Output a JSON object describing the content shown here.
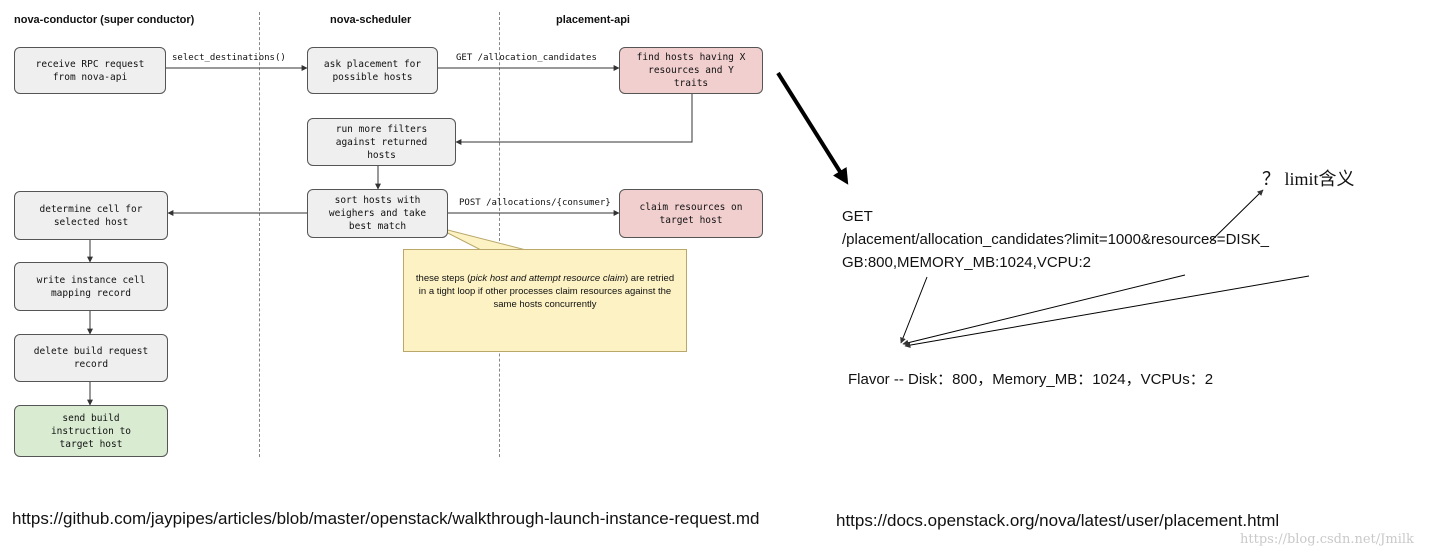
{
  "lanes": {
    "conductor": "nova-conductor (super conductor)",
    "scheduler": "nova-scheduler",
    "placement": "placement-api"
  },
  "boxes": {
    "receive_rpc": "receive RPC request\nfrom nova-api",
    "ask_placement": "ask placement for\npossible hosts",
    "find_hosts": "find hosts having X\nresources and Y\ntraits",
    "run_filters": "run more filters\nagainst returned\nhosts",
    "sort_hosts": "sort hosts with\nweighers and take\nbest match",
    "claim_resources": "claim resources on\ntarget host",
    "determine_cell": "determine cell for\nselected host",
    "write_mapping": "write instance cell\nmapping record",
    "delete_build": "delete build request\nrecord",
    "send_build": "send build\ninstruction to\ntarget host"
  },
  "edge_labels": {
    "select_destinations": "select_destinations()",
    "get_candidates": "GET /allocation_candidates",
    "post_allocations": "POST /allocations/{consumer}"
  },
  "note": {
    "part1": "these steps (",
    "emph": "pick host and attempt resource claim",
    "part2": ") are retried in a tight loop if other processes claim resources against the same hosts concurrently"
  },
  "request": {
    "line1": "GET",
    "line2": "/placement/allocation_candidates?limit=1000&resources=DISK_",
    "line3": "GB:800,MEMORY_MB:1024,VCPU:2"
  },
  "flavor": "Flavor -- Disk：800，Memory_MB：1024，VCPUs：2",
  "limit_note": "？ limit含义",
  "links": {
    "github": "https://github.com/jaypipes/articles/blob/master/openstack/walkthrough-launch-instance-request.md",
    "docs": "https://docs.openstack.org/nova/latest/user/placement.html"
  },
  "watermark": "https://blog.csdn.net/Jmilk",
  "colors": {
    "box_default": "#efefef",
    "box_placement": "#f2cfcf",
    "box_final": "#d9ecd2",
    "note_bg": "#fdf2c4"
  }
}
